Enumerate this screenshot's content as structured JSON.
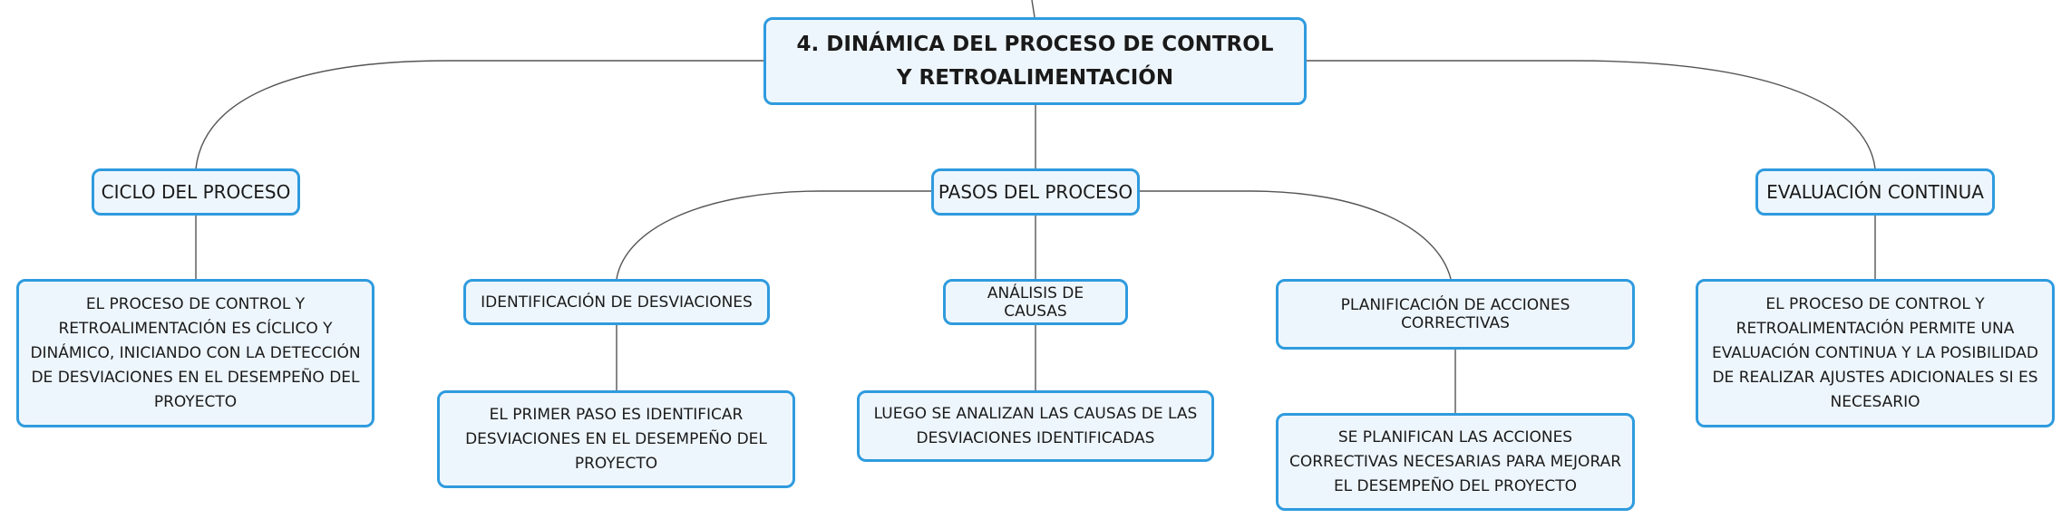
{
  "root": {
    "label": "4. DINÁMICA DEL PROCESO DE CONTROL Y RETROALIMENTACIÓN"
  },
  "branches": {
    "ciclo": {
      "label": "CICLO DEL PROCESO",
      "detail": "EL PROCESO DE CONTROL Y RETROALIMENTACIÓN ES CÍCLICO Y DINÁMICO, INICIANDO CON LA DETECCIÓN DE DESVIACIONES EN EL DESEMPEÑO DEL PROYECTO"
    },
    "pasos": {
      "label": "PASOS DEL PROCESO",
      "steps": [
        {
          "label": "IDENTIFICACIÓN DE DESVIACIONES",
          "detail": "EL PRIMER PASO ES IDENTIFICAR DESVIACIONES EN EL DESEMPEÑO DEL PROYECTO"
        },
        {
          "label": "ANÁLISIS DE CAUSAS",
          "detail": "LUEGO SE ANALIZAN LAS CAUSAS DE LAS DESVIACIONES IDENTIFICADAS"
        },
        {
          "label": "PLANIFICACIÓN DE ACCIONES CORRECTIVAS",
          "detail": "SE PLANIFICAN LAS ACCIONES CORRECTIVAS NECESARIAS PARA MEJORAR EL DESEMPEÑO DEL PROYECTO"
        }
      ]
    },
    "evaluacion": {
      "label": "EVALUACIÓN CONTINUA",
      "detail": "EL PROCESO DE CONTROL Y RETROALIMENTACIÓN PERMITE UNA EVALUACIÓN CONTINUA Y LA POSIBILIDAD DE REALIZAR AJUSTES ADICIONALES SI ES NECESARIO"
    }
  },
  "colors": {
    "border": "#2f9bde",
    "fill": "#eef6fd",
    "line": "#555555"
  }
}
